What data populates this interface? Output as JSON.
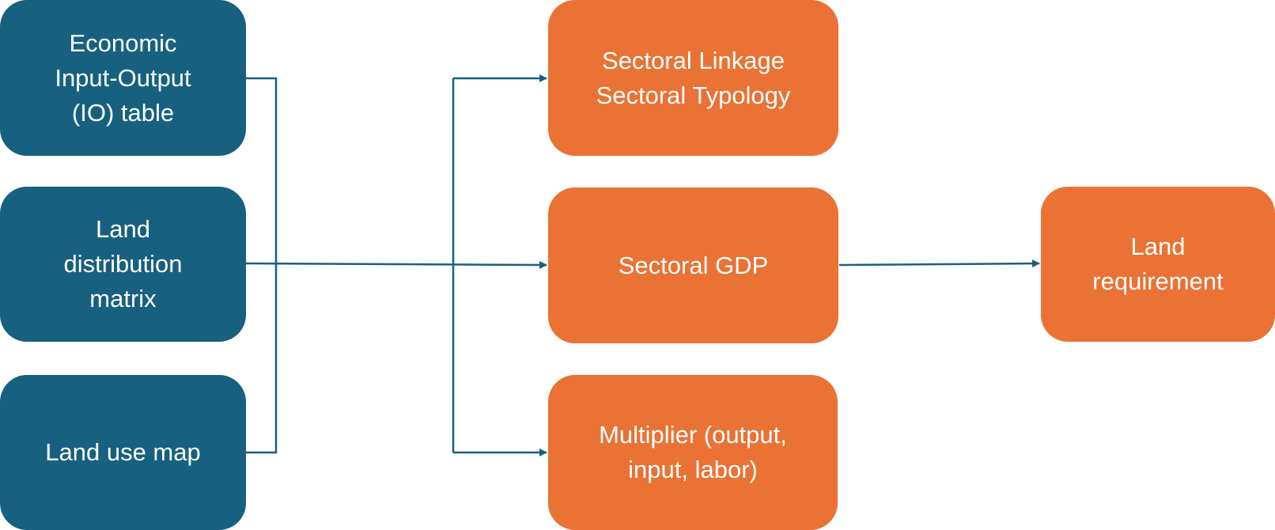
{
  "colors": {
    "input_box": "#176080",
    "output_box": "#E97234",
    "connector": "#176080",
    "text": "#FFFFFF"
  },
  "inputs": [
    {
      "label": "Economic\nInput-Output\n(IO) table"
    },
    {
      "label": "Land\ndistribution\nmatrix"
    },
    {
      "label": "Land use map"
    }
  ],
  "outputs": [
    {
      "label": "Sectoral Linkage\nSectoral Typology"
    },
    {
      "label": "Sectoral GDP"
    },
    {
      "label": "Multiplier (output,\ninput, labor)"
    }
  ],
  "final": {
    "label": "Land\nrequirement"
  }
}
